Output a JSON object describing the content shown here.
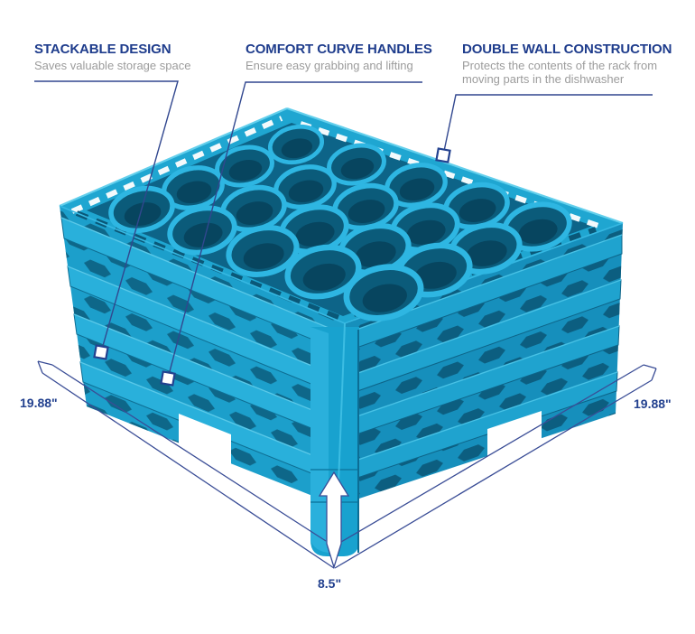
{
  "callouts": [
    {
      "title": "STACKABLE DESIGN",
      "description": "Saves valuable storage space"
    },
    {
      "title": "COMFORT CURVE HANDLES",
      "description": "Ensure easy grabbing and lifting"
    },
    {
      "title": "DOUBLE WALL CONSTRUCTION",
      "description": "Protects the contents of the rack from moving parts in the dishwasher"
    }
  ],
  "dimensions": {
    "left": "19.88\"",
    "right": "19.88\"",
    "bottom": "8.5\""
  },
  "product": {
    "type": "glass rack",
    "compartments_visible": 20,
    "rack_color": "#1BA3D1"
  },
  "colors": {
    "heading_navy": "#1E3C8C",
    "subtitle_gray": "#9C9C9C",
    "leader_line": "#31478F",
    "marker_border": "#23418F",
    "rack_azure": "#1BA3D1",
    "rack_dark": "#0C6184",
    "rack_light": "#45C0E6"
  }
}
